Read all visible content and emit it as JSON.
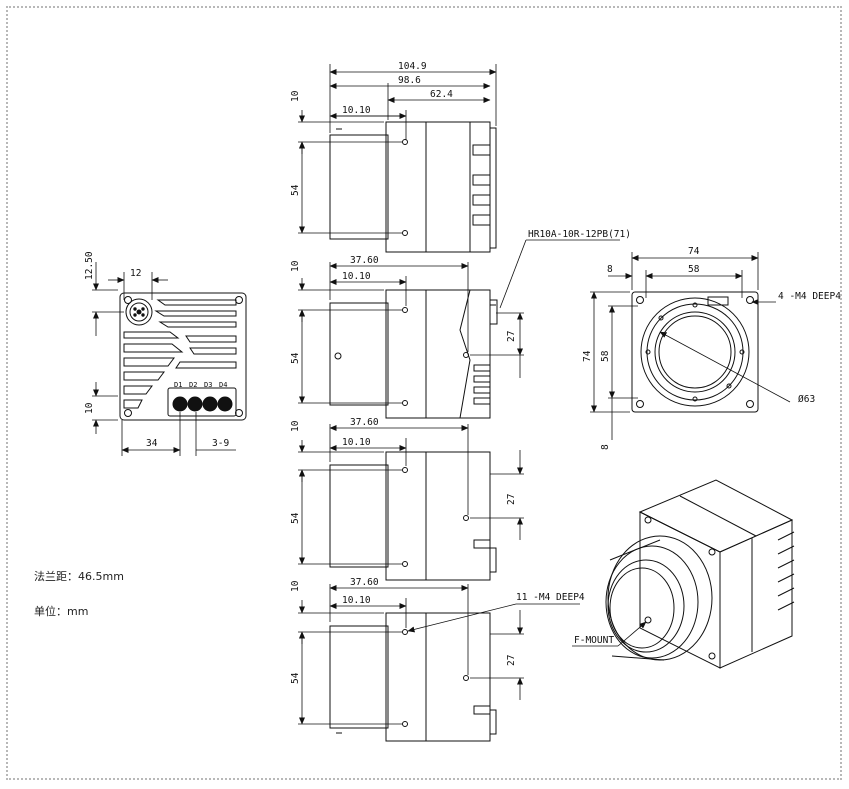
{
  "notes": {
    "flange": "法兰距：46.5mm",
    "unit": "单位：mm"
  },
  "rear_view": {
    "dims": {
      "d12_50": "12.50",
      "d12": "12",
      "d10": "10",
      "d34": "34",
      "d3_9": "3-9"
    },
    "led_labels": [
      "D1",
      "D2",
      "D3",
      "D4"
    ]
  },
  "side_view_top": {
    "dims": {
      "d104_9": "104.9",
      "d98_6": "98.6",
      "d62_4": "62.4",
      "d10_10": "10.10",
      "d10": "10",
      "d54": "54"
    }
  },
  "side_view_2": {
    "dims": {
      "d37_60": "37.60",
      "d10_10": "10.10",
      "d10": "10",
      "d54": "54",
      "d27": "27"
    },
    "connector_callout": "HR10A-10R-12PB(71)"
  },
  "side_view_3": {
    "dims": {
      "d37_60": "37.60",
      "d10_10": "10.10",
      "d10": "10",
      "d54": "54",
      "d27": "27"
    }
  },
  "side_view_4": {
    "dims": {
      "d37_60": "37.60",
      "d10_10": "10.10",
      "d10": "10",
      "d54": "54",
      "d27": "27"
    },
    "hole_callout": "11 -M4 DEEP4"
  },
  "front_view": {
    "dims": {
      "d74_w": "74",
      "d8_top": "8",
      "d58_w": "58",
      "d74_h": "74",
      "d58_h": "58",
      "d8_left": "8",
      "dia63": "Ø63"
    },
    "hole_callout": "4 -M4 DEEP4"
  },
  "iso_view": {
    "mount_label": "F-MOUNT"
  }
}
